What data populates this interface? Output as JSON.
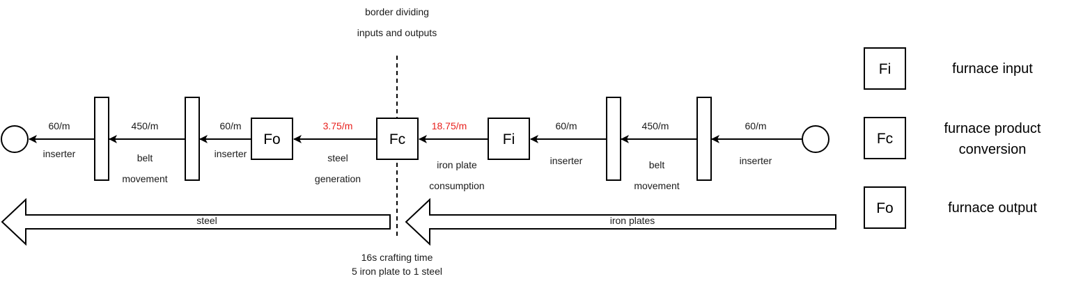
{
  "border": {
    "label_line1": "border dividing",
    "label_line2": "inputs and outputs"
  },
  "crafting": {
    "line1": "16s crafting time",
    "line2": "5 iron plate to 1 steel"
  },
  "nodes": {
    "fo": "Fo",
    "fc": "Fc",
    "fi": "Fi"
  },
  "left_chain": {
    "rate_sink_inserter": "60/m",
    "label_sink_inserter": "inserter",
    "rate_belt": "450/m",
    "label_belt_line1": "belt",
    "label_belt_line2": "movement",
    "rate_fo_inserter": "60/m",
    "label_fo_inserter": "inserter",
    "rate_steel": "3.75/m",
    "label_steel_line1": "steel",
    "label_steel_line2": "generation"
  },
  "right_chain": {
    "rate_iron": "18.75/m",
    "label_iron_line1": "iron plate",
    "label_iron_line2": "consumption",
    "rate_fi_inserter": "60/m",
    "label_fi_inserter": "inserter",
    "rate_belt": "450/m",
    "label_belt_line1": "belt",
    "label_belt_line2": "movement",
    "rate_source_inserter": "60/m",
    "label_source_inserter": "inserter"
  },
  "flows": {
    "steel": "steel",
    "iron_plates": "iron plates"
  },
  "legend": [
    {
      "code": "Fi",
      "description_line1": "furnace input",
      "description_line2": ""
    },
    {
      "code": "Fc",
      "description_line1": "furnace product",
      "description_line2": "conversion"
    },
    {
      "code": "Fo",
      "description_line1": "furnace output",
      "description_line2": ""
    }
  ],
  "colors": {
    "highlight_rate": "#e8201d",
    "stroke": "#000000",
    "text": "#1a1a1a"
  }
}
